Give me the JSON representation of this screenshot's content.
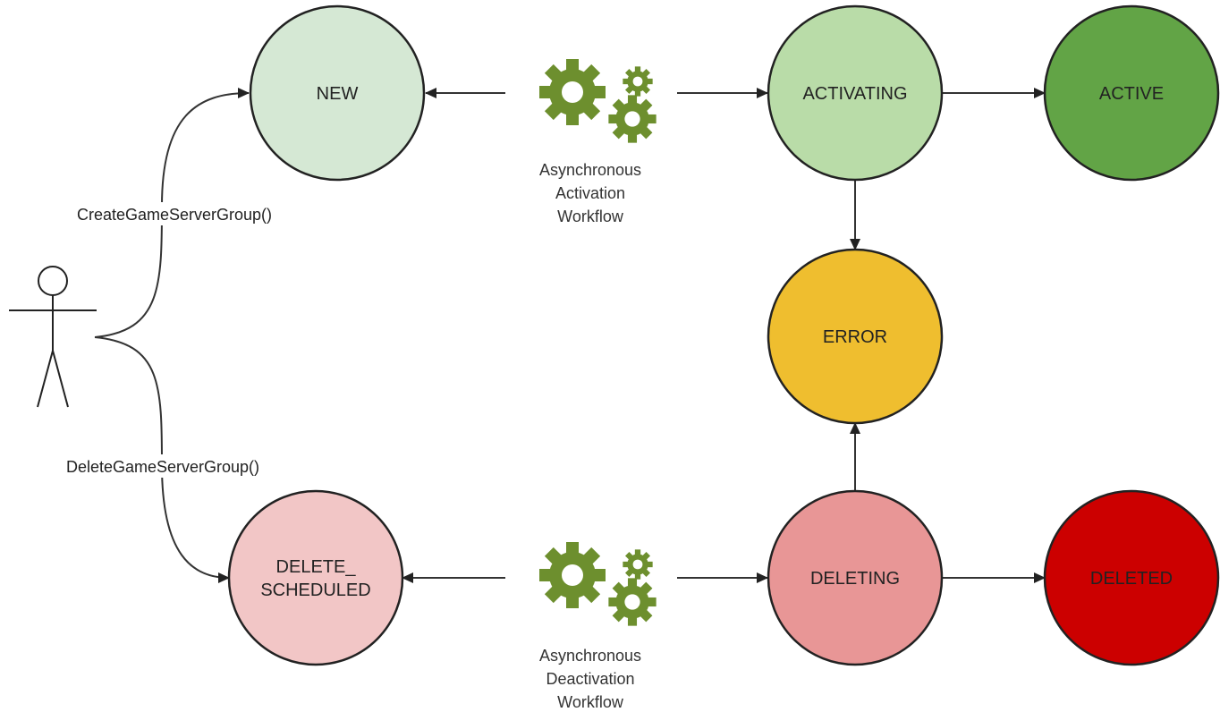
{
  "states": {
    "new": {
      "label": "NEW",
      "fill": "#d5e8d4"
    },
    "activating": {
      "label": "ACTIVATING",
      "fill": "#b9dca8"
    },
    "active": {
      "label": "ACTIVE",
      "fill": "#62a446"
    },
    "error": {
      "label": "ERROR",
      "fill": "#efbe2f"
    },
    "delete_scheduled": {
      "line1": "DELETE_",
      "line2": "SCHEDULED",
      "fill": "#f2c6c6"
    },
    "deleting": {
      "label": "DELETING",
      "fill": "#e89696"
    },
    "deleted": {
      "label": "DELETED",
      "fill": "#cc0000"
    }
  },
  "workflows": {
    "activation": {
      "line1": "Asynchronous",
      "line2": "Activation",
      "line3": "Workflow",
      "icon": "gears-icon"
    },
    "deactivation": {
      "line1": "Asynchronous",
      "line2": "Deactivation",
      "line3": "Workflow",
      "icon": "gears-icon"
    }
  },
  "actions": {
    "create": "CreateGameServerGroup()",
    "delete": "DeleteGameServerGroup()"
  },
  "actor": {
    "icon": "stick-figure-icon"
  },
  "colors": {
    "gear": "#6d8f2e",
    "stroke": "#222222",
    "edge": "#333333"
  }
}
